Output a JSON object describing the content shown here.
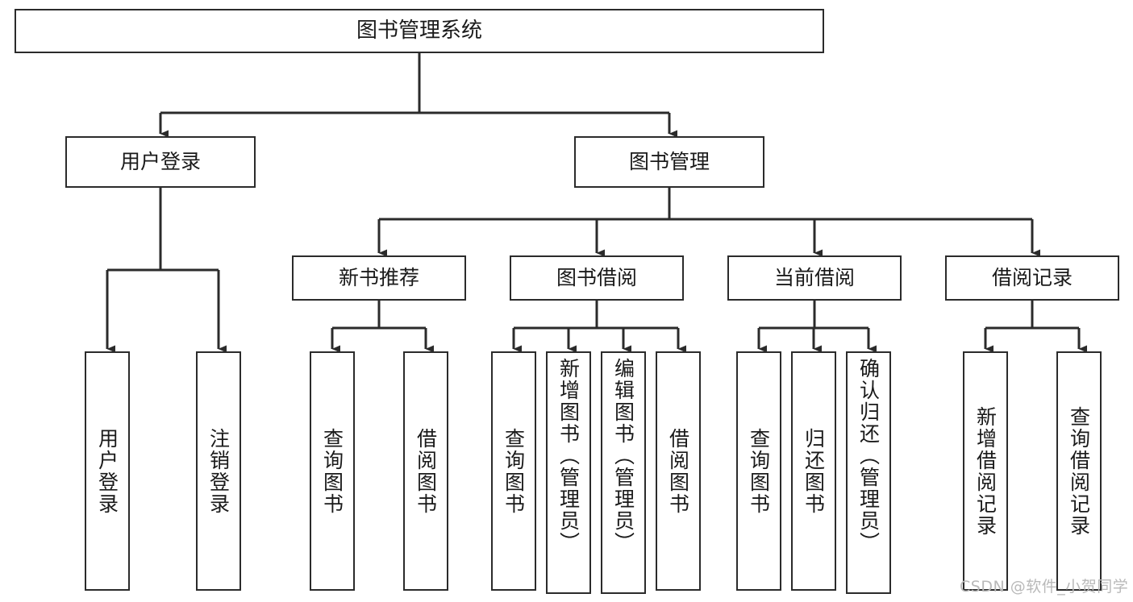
{
  "diagram": {
    "type": "tree-hierarchy",
    "title": "图书管理系统",
    "orientation": "top-down",
    "edge_style": "orthogonal-arrow",
    "colors": {
      "box_border": "#2b2b2b",
      "box_fill": "#ffffff",
      "text": "#1a1a1a",
      "edge": "#2b2b2b",
      "watermark": "#b9b9b9"
    },
    "root": {
      "label": "图书管理系统"
    },
    "level2": [
      {
        "label": "用户登录"
      },
      {
        "label": "图书管理"
      }
    ],
    "level3": [
      {
        "label": "新书推荐"
      },
      {
        "label": "图书借阅"
      },
      {
        "label": "当前借阅"
      },
      {
        "label": "借阅记录"
      }
    ],
    "leaves": {
      "user_login": [
        {
          "label": "用户登录",
          "align": "center"
        },
        {
          "label": "注销登录",
          "align": "center"
        }
      ],
      "new_book_recommend": [
        {
          "label": "查询图书",
          "align": "center"
        },
        {
          "label": "借阅图书",
          "align": "center"
        }
      ],
      "book_borrow": [
        {
          "label": "查询图书",
          "align": "center"
        },
        {
          "label": "新增图书（管理员）",
          "align": "top"
        },
        {
          "label": "编辑图书（管理员）",
          "align": "top"
        },
        {
          "label": "借阅图书",
          "align": "center"
        }
      ],
      "current_borrow": [
        {
          "label": "查询图书",
          "align": "center"
        },
        {
          "label": "归还图书",
          "align": "center"
        },
        {
          "label": "确认归还（管理员）",
          "align": "top"
        }
      ],
      "borrow_record": [
        {
          "label": "新增借阅记录",
          "align": "center"
        },
        {
          "label": "查询借阅记录",
          "align": "center"
        }
      ]
    },
    "watermark": "CSDN @软件_小贺同学"
  }
}
